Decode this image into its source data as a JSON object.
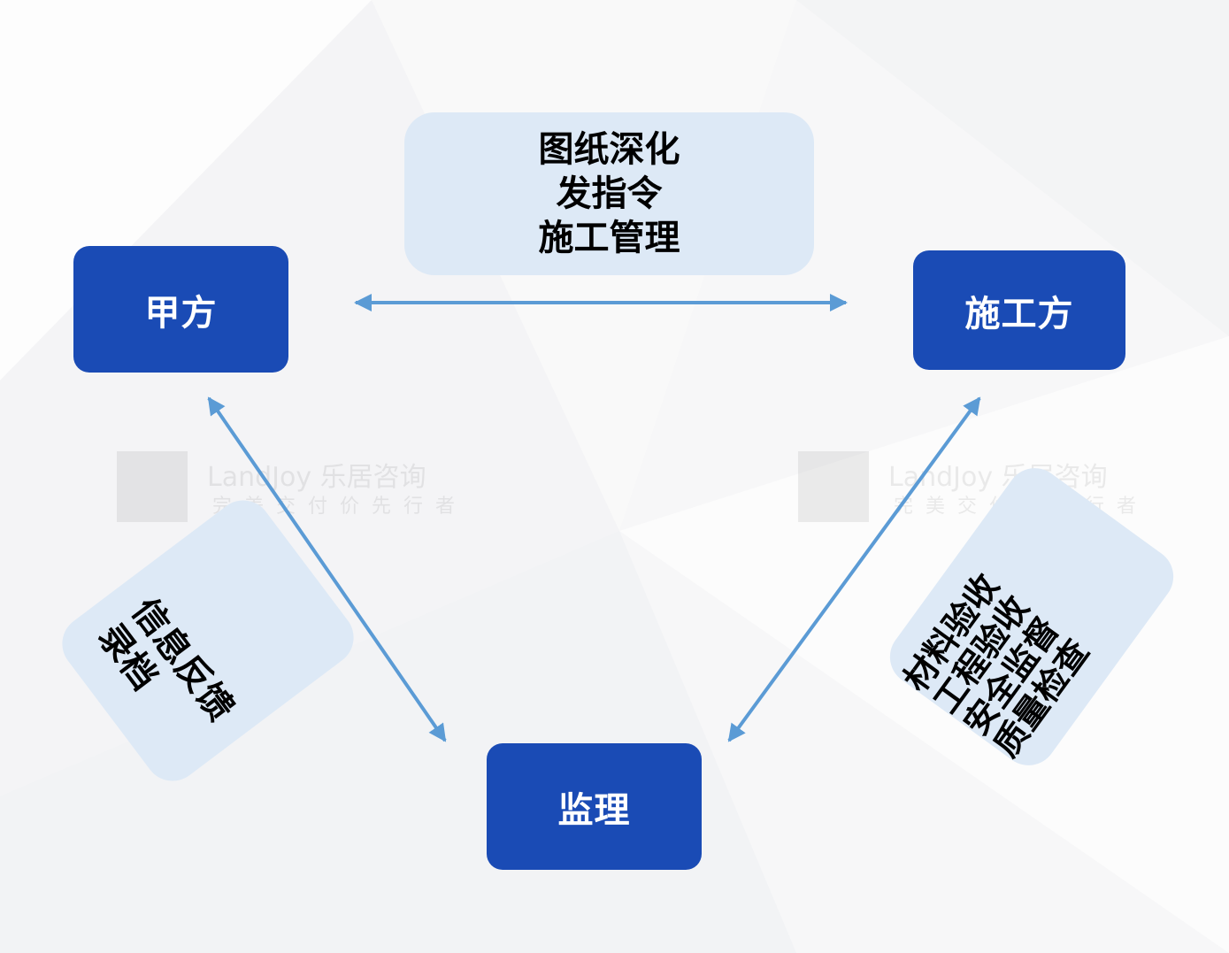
{
  "nodes": {
    "owner": "甲方",
    "contractor": "施工方",
    "supervisor": "监理"
  },
  "top_label": {
    "lines": [
      "图纸深化",
      "发指令",
      "施工管理"
    ]
  },
  "left_label": {
    "lines": [
      "信息反馈",
      "录档"
    ]
  },
  "right_label": {
    "lines": [
      "材料验收",
      "工程验收",
      "安全监督",
      "质量检查"
    ]
  },
  "watermark": {
    "brand": "LandJoy 乐居咨询",
    "tagline": "完美交付价先行者"
  },
  "colors": {
    "node_fill": "#1a4bb5",
    "label_fill": "#dde9f6",
    "arrow": "#5b9bd5",
    "background": "#f7f7f8"
  }
}
